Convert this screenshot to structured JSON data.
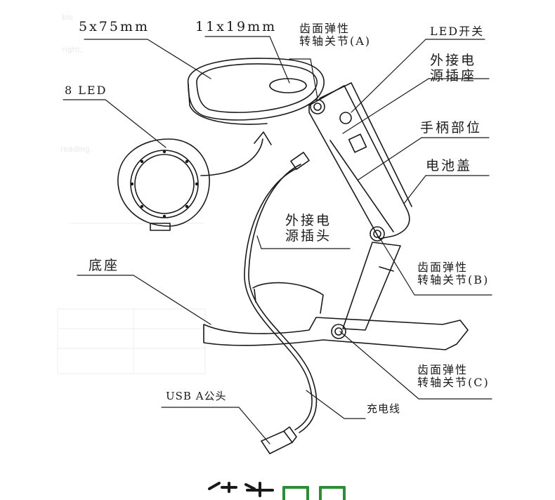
{
  "labels": {
    "lens_size": "5x75mm",
    "small_lens_size": "11x19mm",
    "joint_a_line1": "齿面弹性",
    "joint_a_line2": "转轴关节(A)",
    "led_switch": "LED开关",
    "ext_socket_line1": "外接电",
    "ext_socket_line2": "源插座",
    "handle": "手柄部位",
    "battery_cover": "电池盖",
    "led_count": "8 LED",
    "ext_plug_line1": "外接电",
    "ext_plug_line2": "源插头",
    "base": "底座",
    "joint_b_line1": "齿面弹性",
    "joint_b_line2": "转轴关节(B)",
    "joint_c_line1": "齿面弹性",
    "joint_c_line2": "转轴关节(C)",
    "usb_plug": "USB A公头",
    "charge_cable": "充电线"
  },
  "colors": {
    "line": "#1a1a1a",
    "ghost_text": "#e8e8e8",
    "footer_dark": "#1a1a1a",
    "footer_green": "#2e8b3a"
  }
}
